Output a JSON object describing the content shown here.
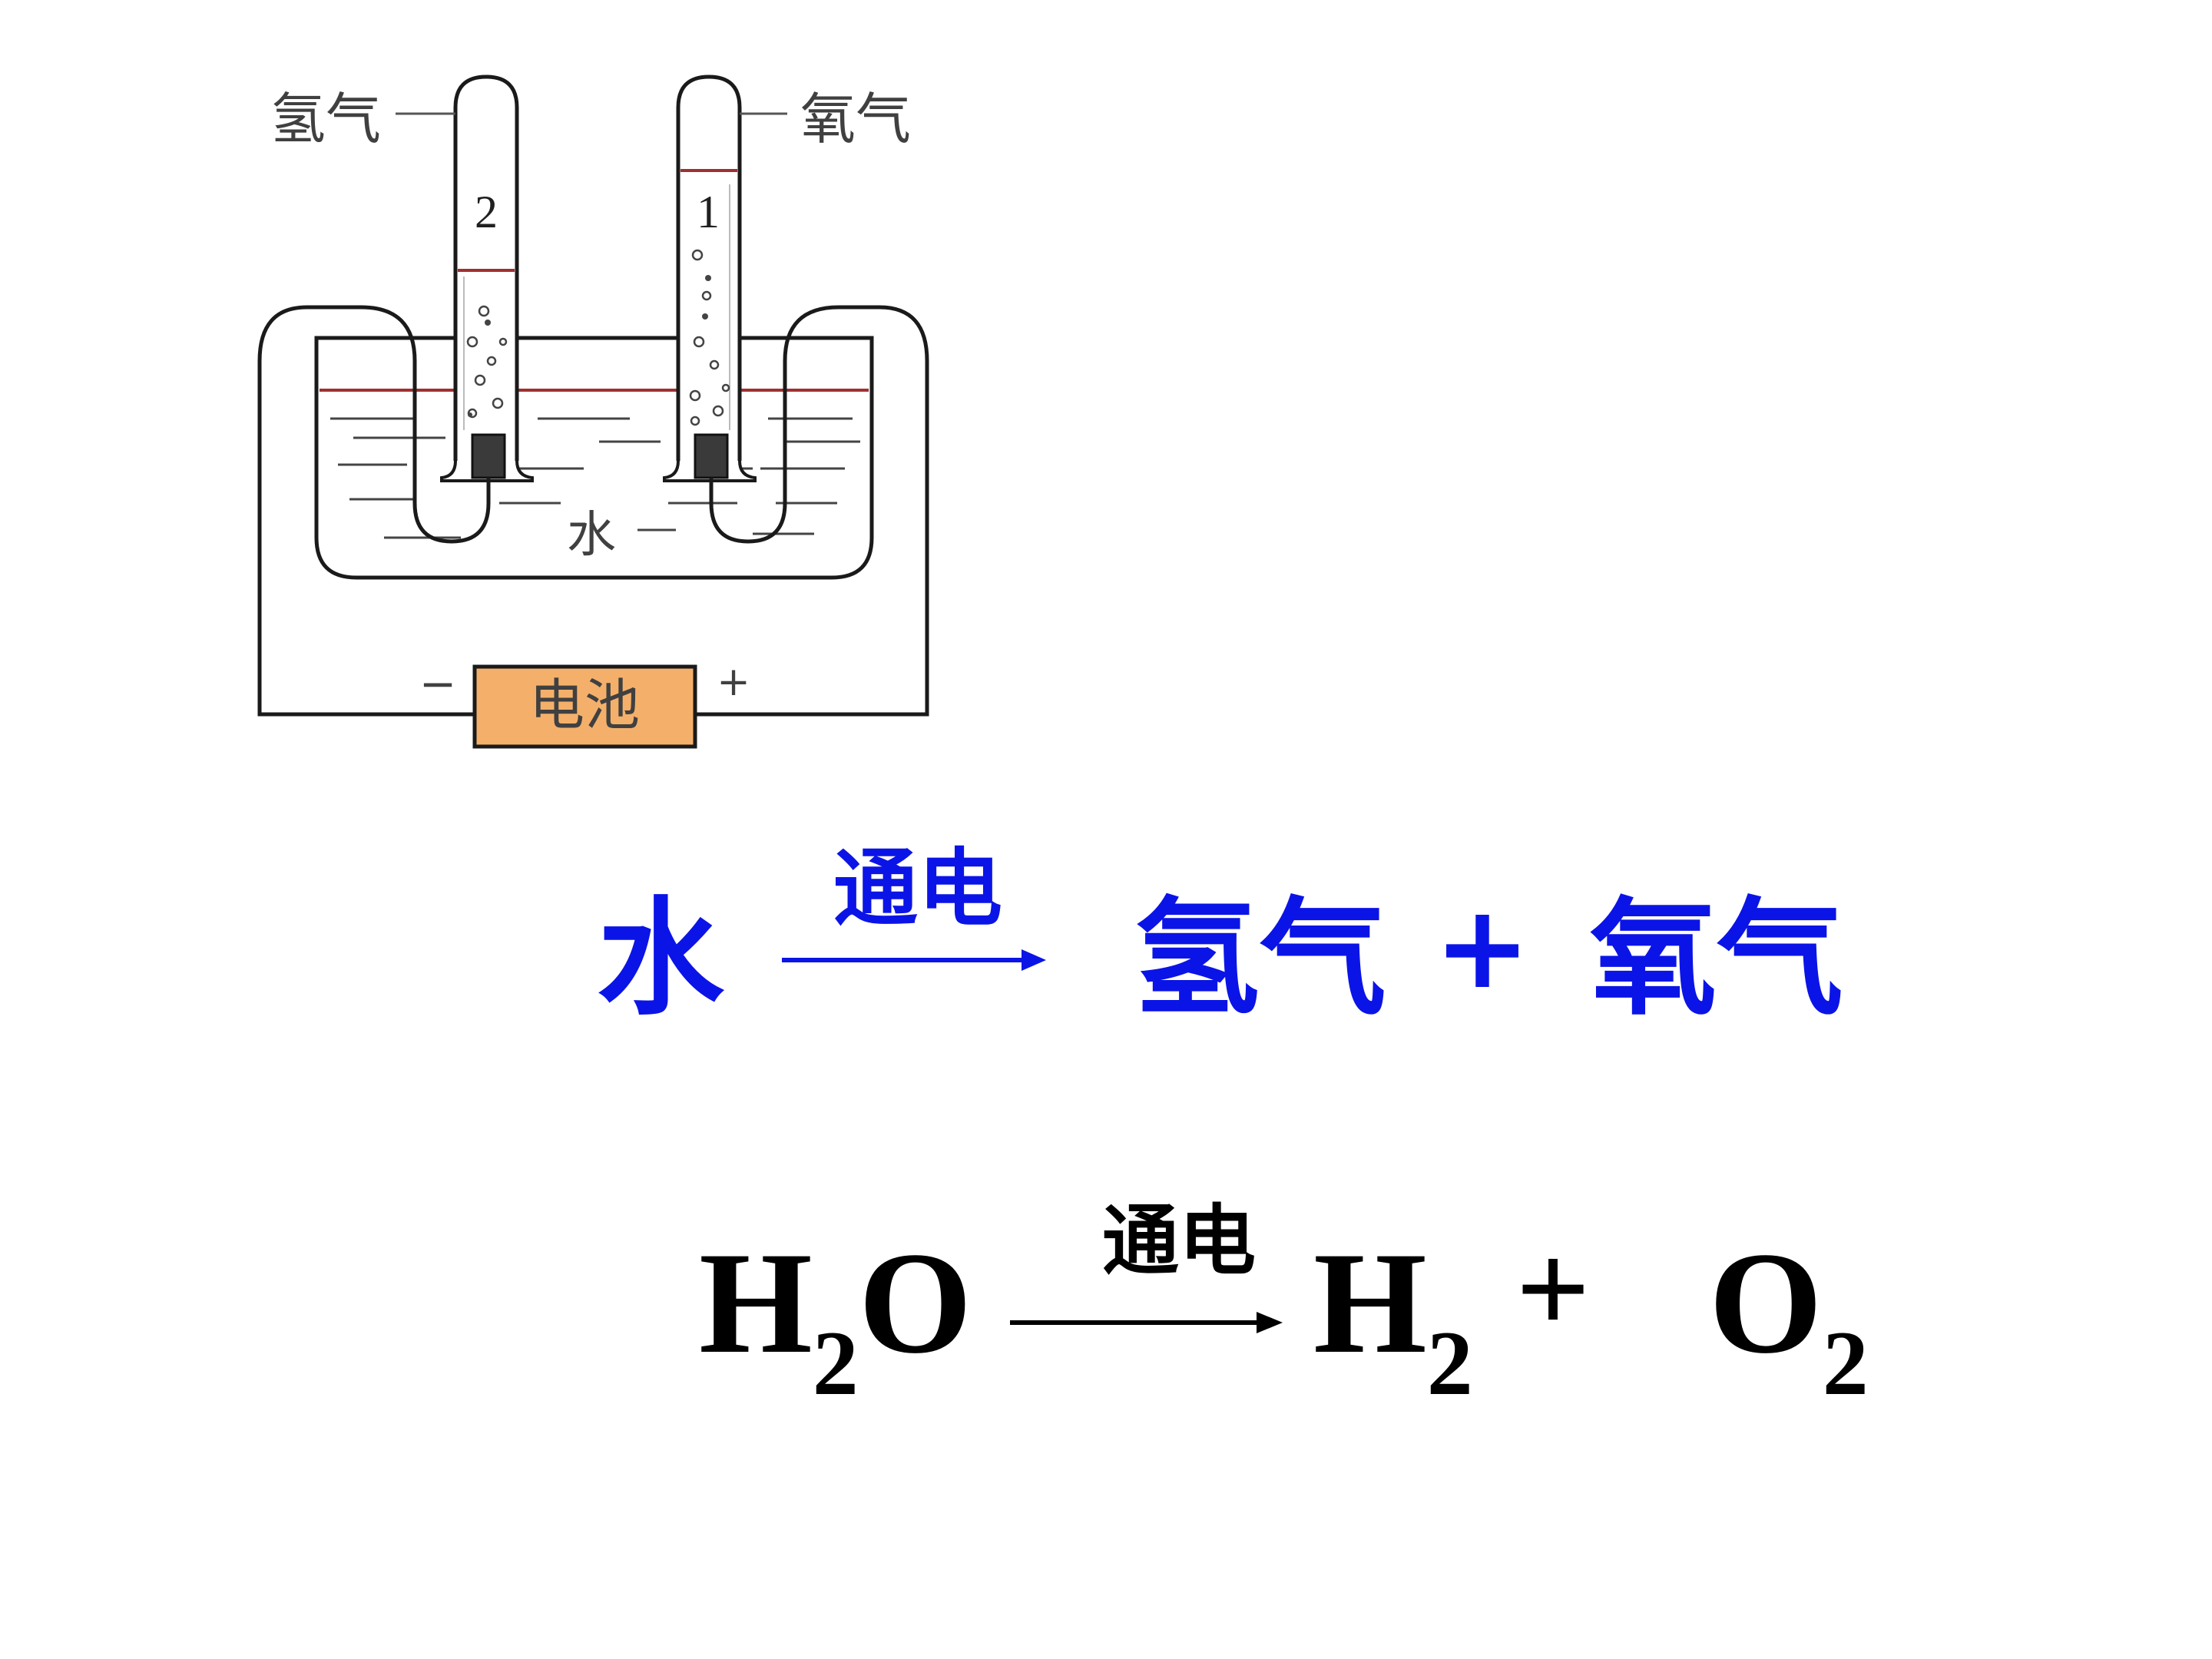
{
  "apparatus": {
    "label_hydrogen": "氢气",
    "label_oxygen": "氧气",
    "tube_left_number": "2",
    "tube_right_number": "1",
    "label_water": "水",
    "battery_label": "电池",
    "battery_minus": "−",
    "battery_plus": "+"
  },
  "word_equation": {
    "reactant": "水",
    "condition": "通电",
    "product_1": "氢气",
    "plus": "+",
    "product_2": "氧气",
    "color": "#0b14e6"
  },
  "formula_equation": {
    "reactant_main": "H",
    "reactant_sub": "2",
    "reactant_tail": "O",
    "condition": "通电",
    "product_1_main": "H",
    "product_1_sub": "2",
    "plus": "+",
    "product_2_main": "O",
    "product_2_sub": "2"
  },
  "colors": {
    "battery_fill": "#f4b06a",
    "electrode": "#3a3a3a",
    "line": "#1a1a1a",
    "water_mark": "#a03030"
  }
}
